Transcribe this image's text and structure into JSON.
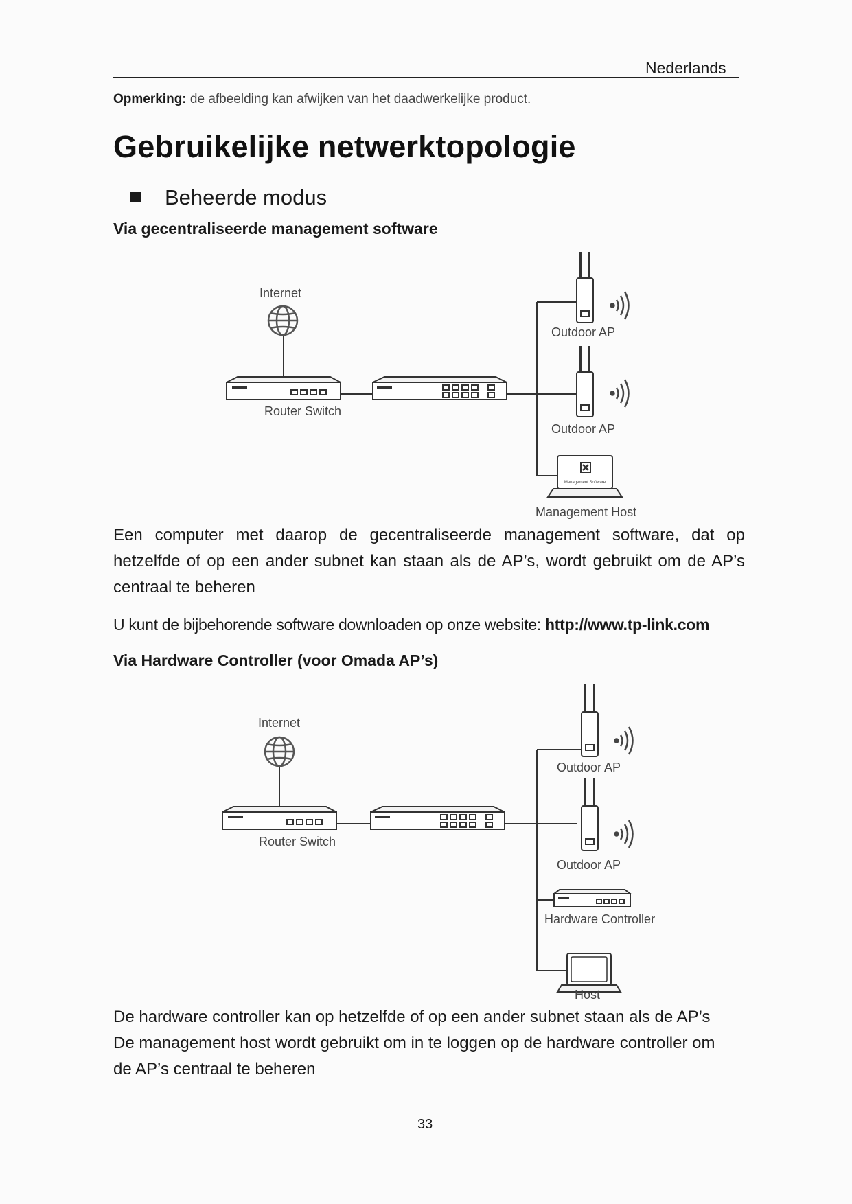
{
  "header": {
    "language": "Nederlands"
  },
  "note": {
    "label": "Opmerking:",
    "text": " de afbeelding kan afwijken van het daadwerkelijke product."
  },
  "title": "Gebruikelijke netwerktopologie",
  "section": {
    "title": "Beheerde modus"
  },
  "diagram1": {
    "heading": "Via gecentraliseerde management software",
    "labels": {
      "internet": "Internet",
      "router_switch": "Router Switch",
      "outdoor_ap_1": "Outdoor AP",
      "outdoor_ap_2": "Outdoor AP",
      "management_host": "Management Host",
      "laptop_screen": "Management Software"
    }
  },
  "para1": "Een computer met daarop de gecentraliseerde management software, dat op hetzelfde of op een ander subnet kan staan als de AP’s, wordt gebruikt om de AP’s centraal te beheren",
  "download": {
    "text": "U kunt de bijbehorende software downloaden op onze website: ",
    "url": "http://www.tp-link.com"
  },
  "diagram2": {
    "heading": "Via Hardware Controller (voor Omada AP’s)",
    "labels": {
      "internet": "Internet",
      "router_switch": "Router Switch",
      "outdoor_ap_1": "Outdoor AP",
      "outdoor_ap_2": "Outdoor AP",
      "hardware_controller": "Hardware Controller",
      "host": "Host"
    }
  },
  "para2_lines": [
    "De hardware  controller kan op hetzelfde of op een ander subnet staan als de AP’s",
    "De management host wordt gebruikt om in te loggen op de hardware  controller om",
    "de AP’s centraal te beheren"
  ],
  "footer": {
    "page_number": "33"
  }
}
